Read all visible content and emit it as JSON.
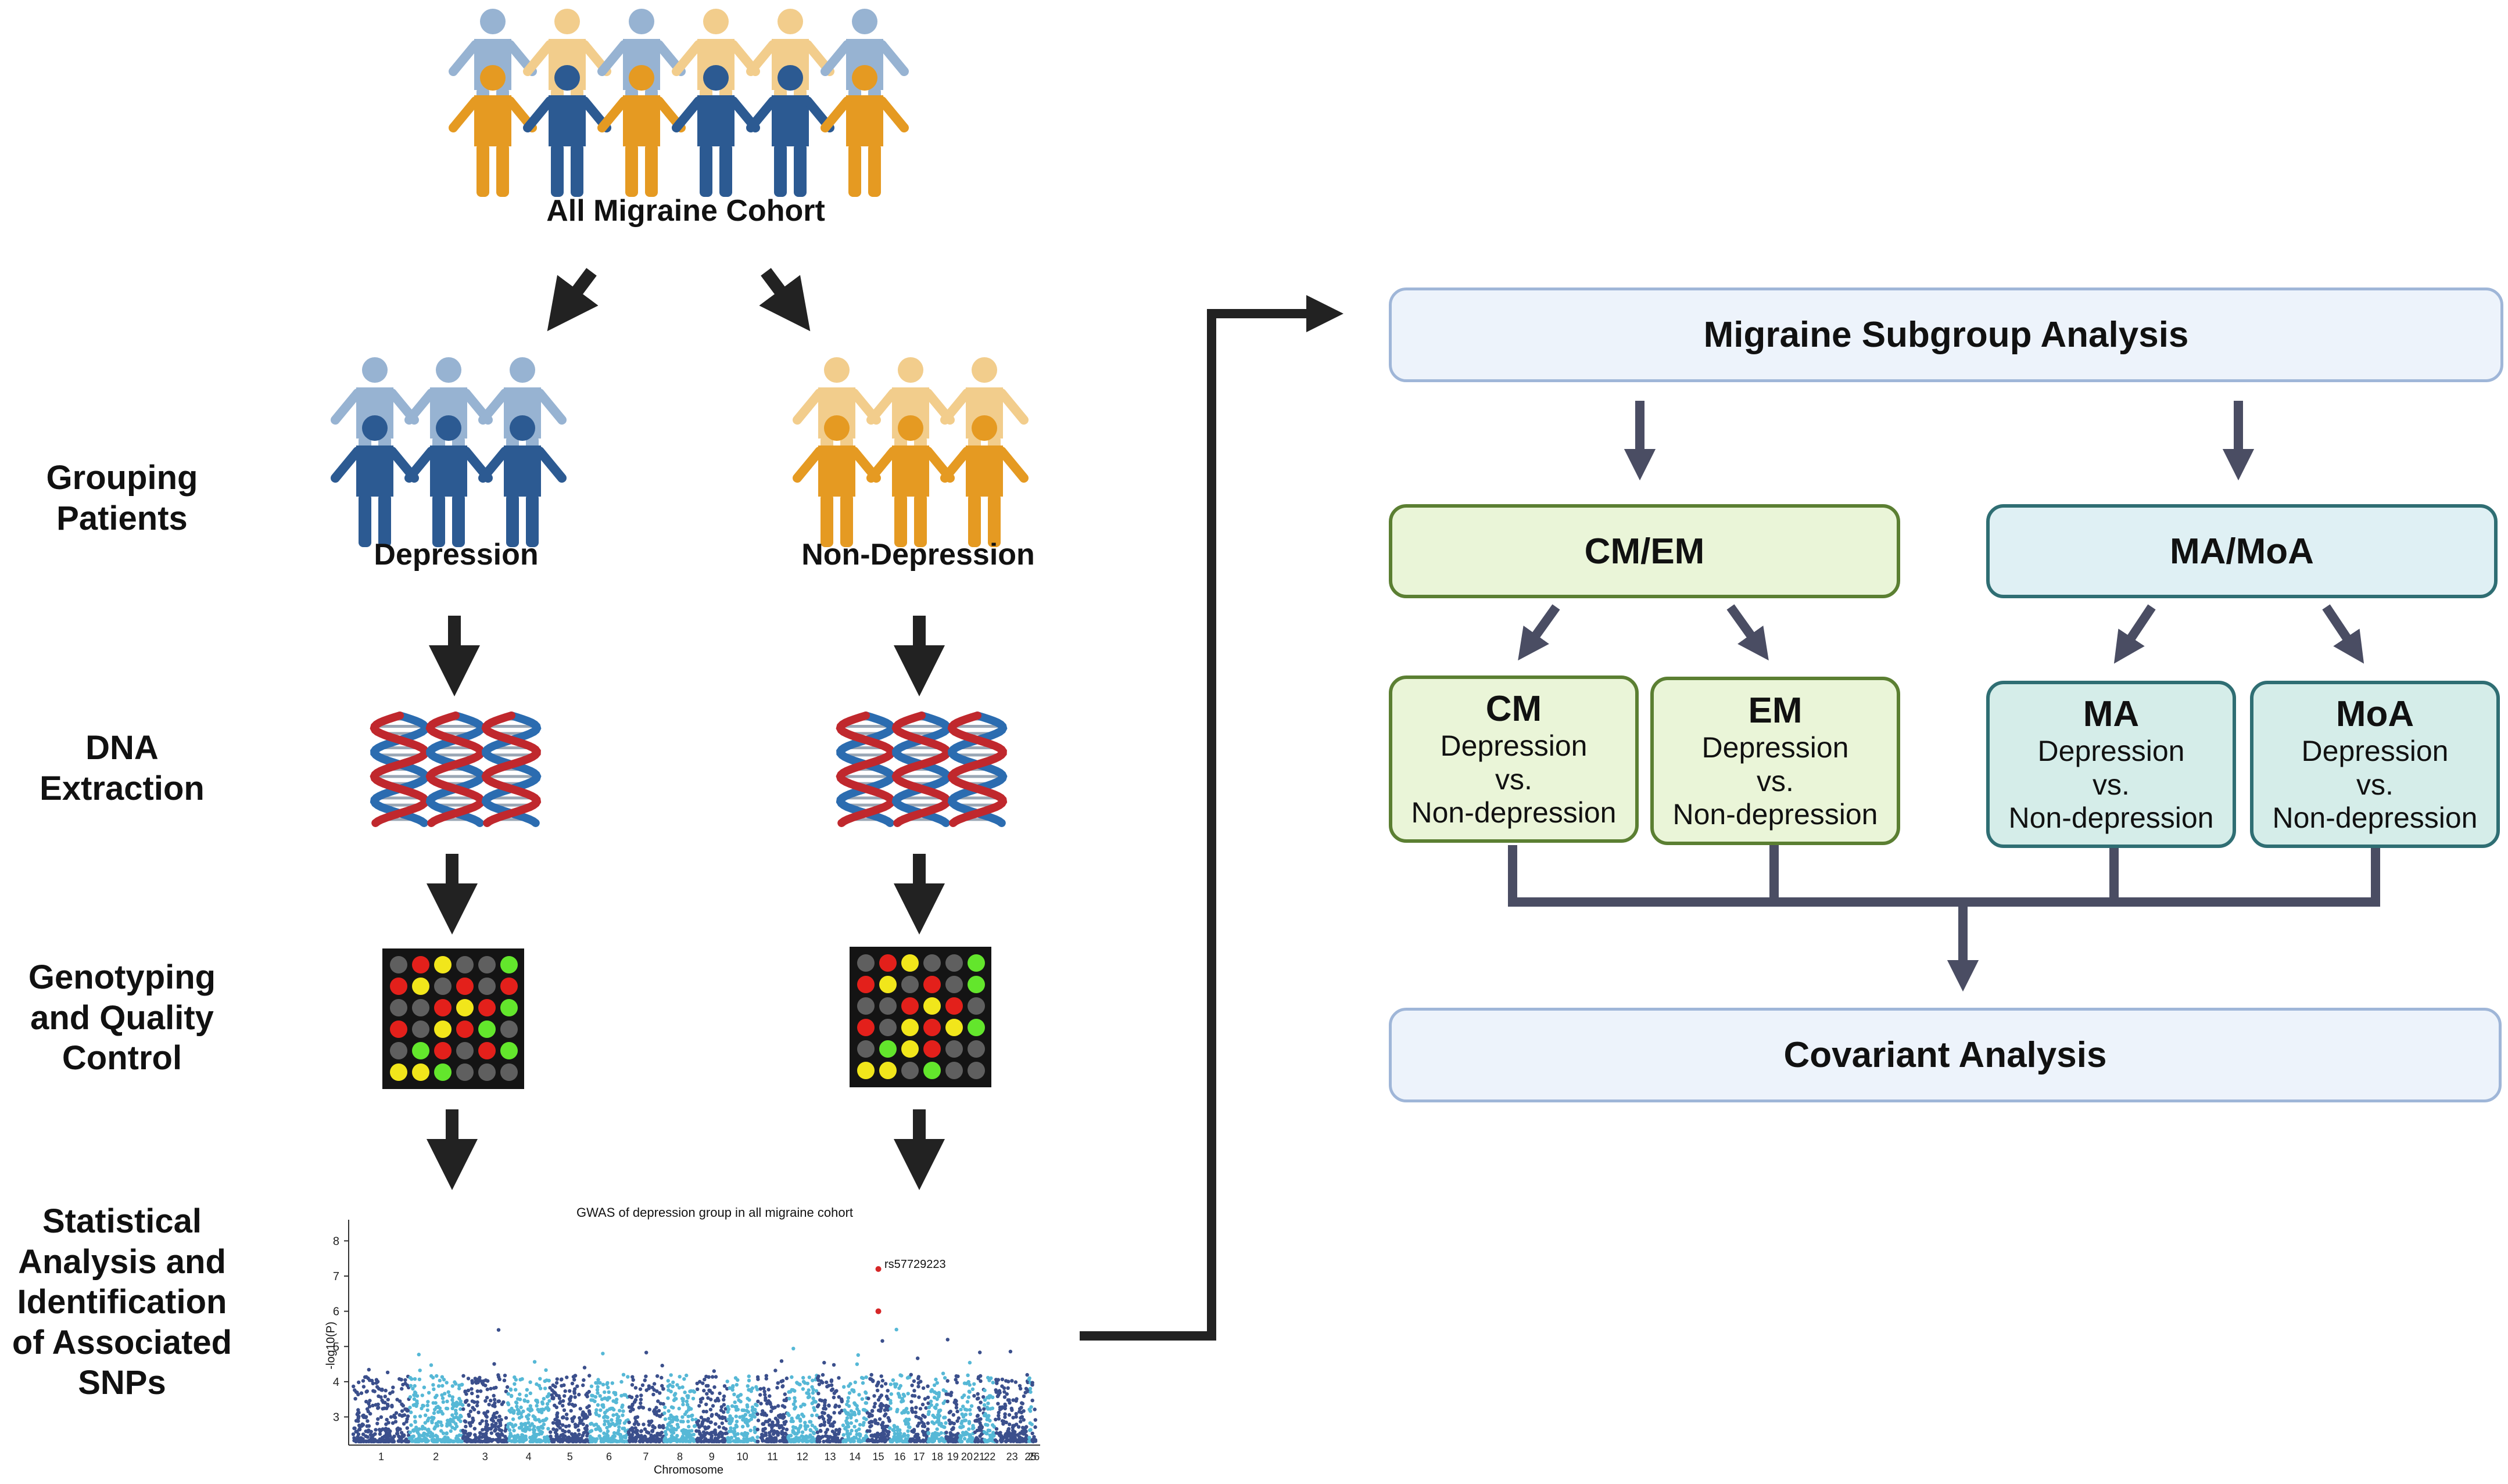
{
  "left": {
    "cohort_caption": "All Migraine Cohort",
    "depression_caption": "Depression",
    "nondepression_caption": "Non-Depression",
    "step_labels": {
      "grouping": "Grouping Patients",
      "dna": "DNA Extraction",
      "genotyping": "Genotyping and Quality Control",
      "statistical": "Statistical Analysis and Identification of Associated SNPs"
    },
    "colors": {
      "blue_dark": "#2c5a92",
      "blue_light": "#97b3d2",
      "orange_dark": "#e59a22",
      "orange_light": "#f2cd8c",
      "arrow": "#222222"
    }
  },
  "chart_data": {
    "type": "scatter",
    "title": "GWAS of depression group in all migraine cohort",
    "xlabel": "Chromosome",
    "ylabel": "-log10(P)",
    "ylim": [
      2.2,
      8.6
    ],
    "yticks": [
      3,
      4,
      5,
      6,
      7,
      8
    ],
    "categories": [
      "1",
      "2",
      "3",
      "4",
      "5",
      "6",
      "7",
      "8",
      "9",
      "10",
      "11",
      "12",
      "13",
      "14",
      "15",
      "16",
      "17",
      "18",
      "19",
      "20",
      "21",
      "22",
      "23",
      "25",
      "26"
    ],
    "annotation": {
      "label": "rs57729223",
      "chromosome": "15",
      "value": 7.2
    },
    "highlight_points": [
      {
        "chromosome": "15",
        "value": 7.2
      },
      {
        "chromosome": "15",
        "value": 6.0
      }
    ],
    "colors": {
      "dark": "#3b4f8c",
      "light": "#56b8d6",
      "highlight": "#d62728"
    }
  },
  "right": {
    "subgroup_title": "Migraine Subgroup Analysis",
    "cmem_title": "CM/EM",
    "mamoa_title": "MA/MoA",
    "leaves": [
      {
        "title": "CM",
        "line1": "Depression",
        "line2": "vs.",
        "line3": "Non-depression"
      },
      {
        "title": "EM",
        "line1": "Depression",
        "line2": "vs.",
        "line3": "Non-depression"
      },
      {
        "title": "MA",
        "line1": "Depression",
        "line2": "vs.",
        "line3": "Non-depression"
      },
      {
        "title": "MoA",
        "line1": "Depression",
        "line2": "vs.",
        "line3": "Non-depression"
      }
    ],
    "covariant_title": "Covariant Analysis",
    "colors": {
      "light_blue_fill": "#edf3fb",
      "light_blue_border": "#9fb6d8",
      "green_fill": "#eaf5d8",
      "green_border": "#5b7f32",
      "teal_fill": "#dff0f4",
      "teal_border": "#2f6e73",
      "teal_leaf_fill": "#d5ede9",
      "connector": "#4a4d63"
    }
  }
}
